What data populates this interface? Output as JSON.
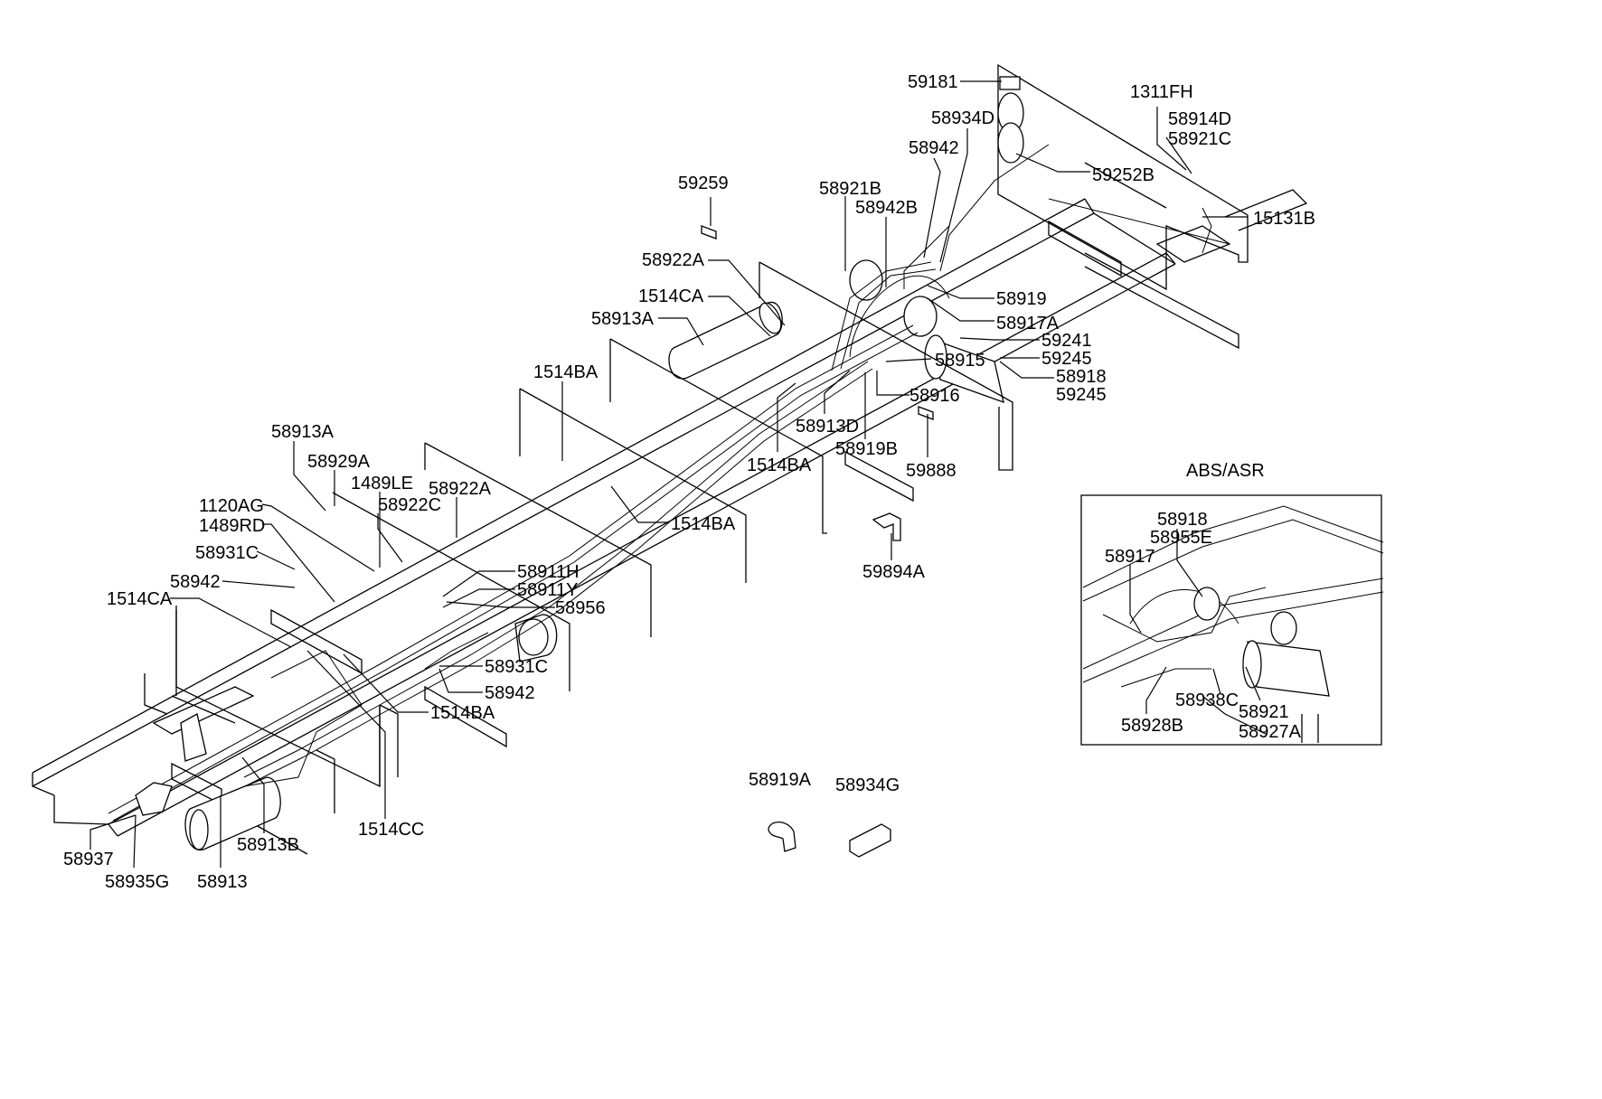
{
  "diagram": {
    "inset_title": "ABS/ASR",
    "main_labels": [
      "59181",
      "1311FH",
      "58934D",
      "58914D",
      "58921C",
      "58942",
      "59252B",
      "59259",
      "58921B",
      "58942B",
      "15131B",
      "58922A",
      "1514CA",
      "58919",
      "58913A",
      "58917A",
      "59241",
      "59245",
      "58915",
      "58918",
      "59245",
      "1514BA",
      "58916",
      "58913D",
      "58919B",
      "1514BA",
      "59888",
      "58913A",
      "58929A",
      "1489LE",
      "58922A",
      "1120AG",
      "58922C",
      "1489RD",
      "1514BA",
      "58931C",
      "58911H",
      "58911Y",
      "58942",
      "58956",
      "59894A",
      "1514CA",
      "58931C",
      "58942",
      "1514BA",
      "58919A",
      "58934G",
      "1514CC",
      "58913B",
      "58937",
      "58935G",
      "58913"
    ],
    "inset_labels": [
      "58918",
      "58955E",
      "58917",
      "58938C",
      "58921",
      "58928B",
      "58927A"
    ]
  }
}
